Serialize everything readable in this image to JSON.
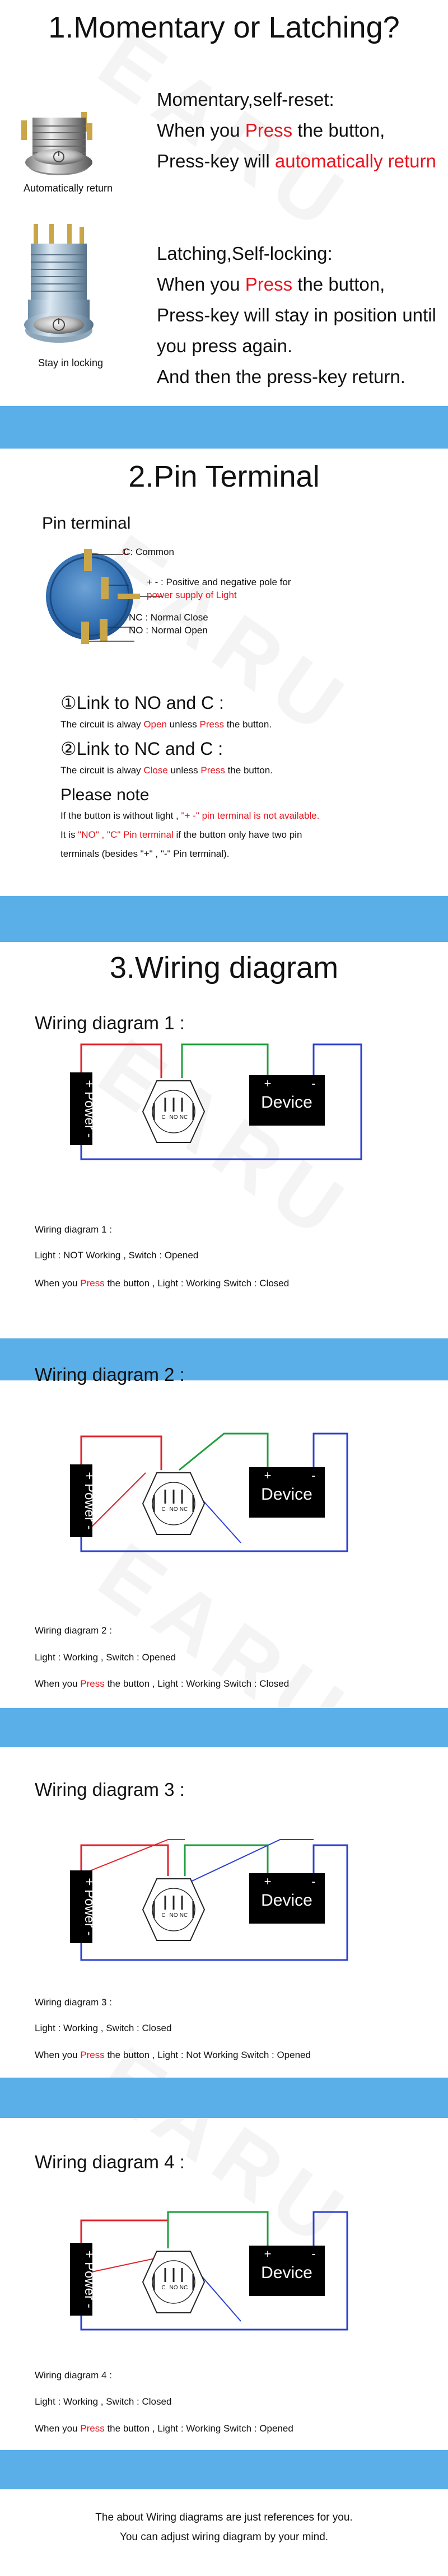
{
  "colors": {
    "accent_red": "#e8141e",
    "band_blue": "#5aafe8",
    "wire_red": "#e0222a",
    "wire_green": "#1d9e3b",
    "wire_blue": "#2b3fd1"
  },
  "section1": {
    "title": "1.Momentary or Latching?",
    "momentary": {
      "heading": "Momentary,self-reset:",
      "line1_pre": "When you ",
      "line1_red": "Press",
      "line1_post": " the button,",
      "line2_pre": "Press-key will ",
      "line2_red": "automatically return",
      "caption": "Automatically return"
    },
    "latching": {
      "heading": "Latching,Self-locking:",
      "line1_pre": "When you ",
      "line1_red": "Press",
      "line1_post": " the button,",
      "line2": "Press-key will stay in position until",
      "line3": "you press again.",
      "line4": "And then the press-key return.",
      "caption": "Stay in locking"
    }
  },
  "section2": {
    "title": "2.Pin Terminal",
    "pin_terminal_label": "Pin terminal",
    "legend": {
      "c": "C: Common",
      "pm1": "+ - : Positive and negative pole for",
      "pm2": "power supply of Light",
      "nc": "NC : Normal Close",
      "no": "NO : Normal Open"
    },
    "link_no": {
      "heading": "①Link to NO and C :",
      "pre": "The circuit is alway ",
      "red1": "Open",
      "mid": " unless ",
      "red2": "Press",
      "post": " the button."
    },
    "link_nc": {
      "heading": "②Link to NC and C :",
      "pre": "The circuit is alway ",
      "red1": "Close",
      "mid": " unless ",
      "red2": "Press",
      "post": " the button."
    },
    "note": {
      "heading": "Please note",
      "l1_pre": "If the button is without light ,  ",
      "l1_red": "\"+ -\" pin terminal is not available.",
      "l2_pre": "It is   ",
      "l2_red": "\"NO\" ,  \"C\"  Pin terminal",
      "l2_post": " if the button only have two pin",
      "l3": "terminals (besides \"+\" , \"-\" Pin terminal)."
    }
  },
  "section3": {
    "title": "3.Wiring diagram",
    "labels": {
      "power": "+ Power -",
      "device": "Device",
      "plus": "+",
      "minus": "-",
      "c": "C",
      "no": "NO",
      "nc": "NC"
    },
    "diagrams": [
      {
        "title": "Wiring diagram 1 :",
        "caption": "Wiring diagram 1 :",
        "line1": "Light : NOT Working , Switch : Opened",
        "line2_pre": "When you ",
        "line2_red": "Press",
        "line2_post": " the button , Light : Working Switch : Closed"
      },
      {
        "title": "Wiring diagram 2 :",
        "caption": "Wiring diagram 2 :",
        "line1": "Light : Working , Switch : Opened",
        "line2_pre": "When you ",
        "line2_red": "Press",
        "line2_post": " the button , Light : Working Switch : Closed"
      },
      {
        "title": "Wiring diagram 3 :",
        "caption": "Wiring diagram 3 :",
        "line1": "Light : Working , Switch : Closed",
        "line2_pre": "When you ",
        "line2_red": "Press",
        "line2_post": " the button , Light : Not Working Switch : Opened"
      },
      {
        "title": "Wiring diagram 4 :",
        "caption": "Wiring diagram 4 :",
        "line1": "Light : Working , Switch : Closed",
        "line2_pre": "When you ",
        "line2_red": "Press",
        "line2_post": " the button , Light : Working Switch : Opened"
      }
    ]
  },
  "footer": {
    "line1": "The about Wiring diagrams are just references for you.",
    "line2": "You can adjust wiring diagram by your mind."
  }
}
